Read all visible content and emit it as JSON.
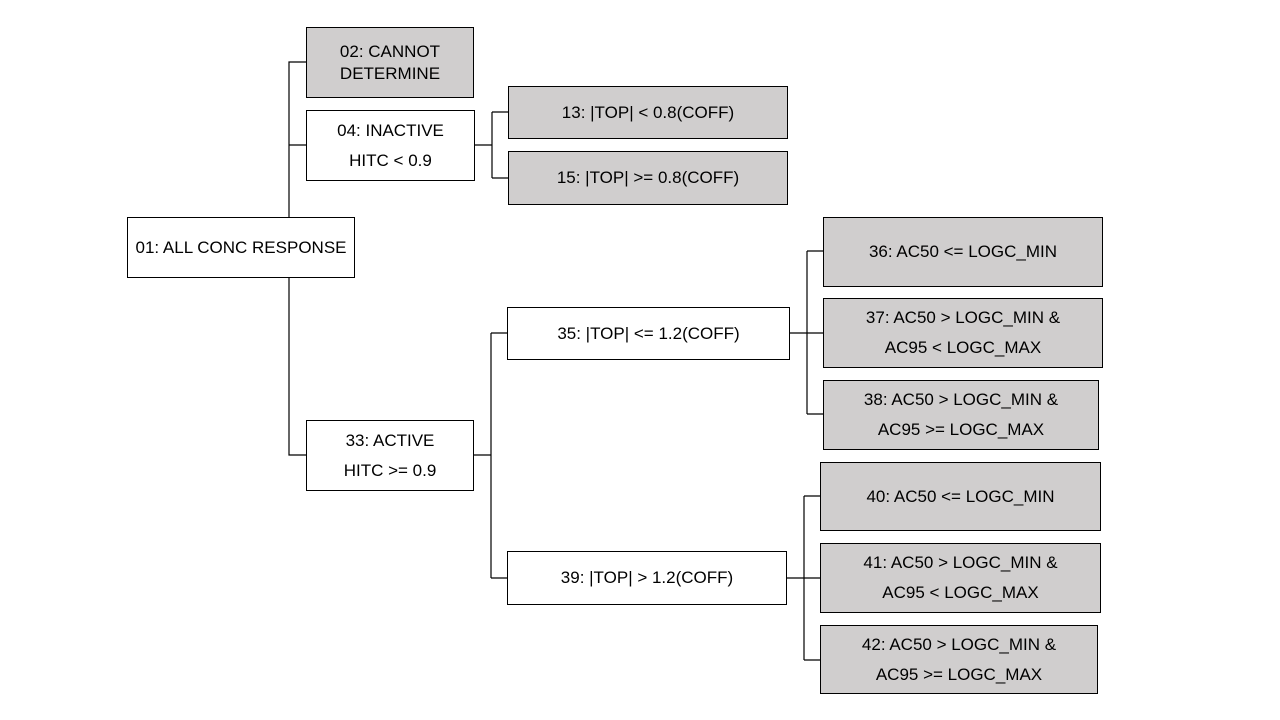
{
  "colors": {
    "shaded_fill": "#d0cece",
    "plain_fill": "#ffffff",
    "line": "#000000"
  },
  "nodes": {
    "n01": "01: ALL CONC RESPONSE",
    "n02": "02: CANNOT\nDETERMINE",
    "n04": "04: INACTIVE\nHITC < 0.9",
    "n13": "13: |TOP|  < 0.8(COFF)",
    "n15": "15: |TOP|  >= 0.8(COFF)",
    "n33": "33: ACTIVE\nHITC >= 0.9",
    "n35": "35: |TOP|  <= 1.2(COFF)",
    "n36": "36: AC50 <= LOGC_MIN",
    "n37": "37: AC50 > LOGC_MIN &\nAC95 < LOGC_MAX",
    "n38": "38: AC50 > LOGC_MIN &\nAC95 >= LOGC_MAX",
    "n39": "39: |TOP|  > 1.2(COFF)",
    "n40": "40: AC50 <= LOGC_MIN",
    "n41": "41: AC50 > LOGC_MIN &\nAC95 < LOGC_MAX",
    "n42": "42: AC50 > LOGC_MIN &\nAC95 >= LOGC_MAX"
  }
}
